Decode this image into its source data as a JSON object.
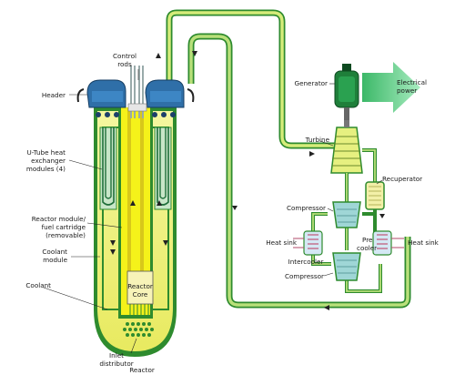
{
  "labels": {
    "control_rods_1": "Control",
    "control_rods_2": "rods",
    "header": "Header",
    "utube_1": "U-Tube heat",
    "utube_2": "exchanger",
    "utube_3": "modules (4)",
    "reactor_module_1": "Reactor module/",
    "reactor_module_2": "fuel cartridge",
    "reactor_module_3": "(removable)",
    "coolant_module_1": "Coolant",
    "coolant_module_2": "module",
    "coolant": "Coolant",
    "reactor_core_1": "Reactor",
    "reactor_core_2": "Core",
    "inlet_1": "Inlet",
    "inlet_2": "distributor",
    "reactor": "Reactor",
    "generator": "Generator",
    "electrical_1": "Electrical",
    "electrical_2": "power",
    "turbine": "Turbine",
    "recuperator": "Recuperator",
    "compressor_top": "Compressor",
    "compressor_bottom": "Compressor",
    "heat_sink_left": "Heat sink",
    "heat_sink_right": "Heat sink",
    "precooler_1": "Pre",
    "precooler_2": "cooler",
    "intercooler": "Intercooler"
  },
  "colors": {
    "vessel_green": "#2e8b2e",
    "coolant_yellow": "#eef07a",
    "core_yellow": "#f5f21a",
    "header_blue": "#2f6fa8",
    "pipe_green": "#7ec850",
    "generator_green": "#1f7f3a",
    "electric_arrow": "#52c97a",
    "hx_cyan": "#9fd6d6"
  }
}
